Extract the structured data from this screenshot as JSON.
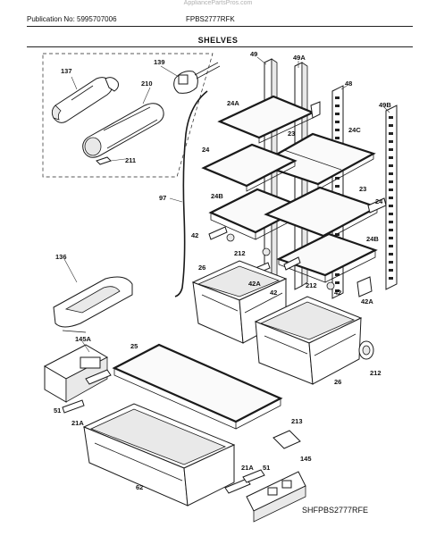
{
  "watermark": "AppliancePartsPros.com",
  "header": {
    "publication": "Publication No: 5995707006",
    "model": "FPBS2777RFK"
  },
  "section_title": "SHELVES",
  "footer_code": "SHFPBS2777RFE",
  "callouts": {
    "c137": "137",
    "c139": "139",
    "c210": "210",
    "c211": "211",
    "c97": "97",
    "c136": "136",
    "c145A": "145A",
    "c51a": "51",
    "c21Aa": "21A",
    "c25": "25",
    "c62": "62",
    "c49": "49",
    "c49A": "49A",
    "c48": "48",
    "c49B": "49B",
    "c24A": "24A",
    "c23a": "23",
    "c24C": "24C",
    "c24a": "24",
    "c24B": "24B",
    "c23b": "23",
    "c24b": "24",
    "c42a": "42",
    "c212a": "212",
    "c24Bb": "24B",
    "c26a": "26",
    "c42Aa": "42A",
    "c42b": "42",
    "c212b": "212",
    "c42c": "42",
    "c42Ab": "42A",
    "c26b": "26",
    "c212c": "212",
    "c213": "213",
    "c21Ab": "21A",
    "c51b": "51",
    "c145": "145"
  }
}
